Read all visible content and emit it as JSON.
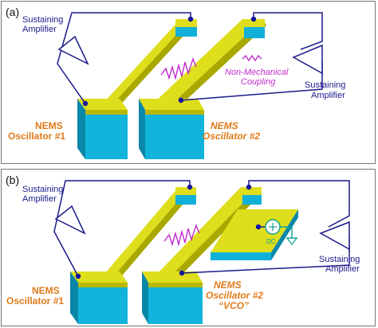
{
  "panel_a": {
    "tag": "(a)",
    "amp_left": [
      "Sustaining",
      "Amplifier"
    ],
    "amp_right": [
      "Sustaining",
      "Amplifier"
    ],
    "coupling": [
      "Non-Mechanical",
      "Coupling"
    ],
    "osc1": [
      "NEMS",
      "Oscillator #1"
    ],
    "osc2": [
      "NEMS",
      "Oscillator #2"
    ]
  },
  "panel_b": {
    "tag": "(b)",
    "amp_left": [
      "Sustaining",
      "Amplifier"
    ],
    "amp_right": [
      "Sustaining",
      "Amplifier"
    ],
    "osc1": [
      "NEMS",
      "Oscillator #1"
    ],
    "osc2": [
      "NEMS",
      "Oscillator #2",
      "“VCO”"
    ],
    "source_symbol": "DC"
  },
  "colors": {
    "beam_top": "#dede1c",
    "beam_side": "#a8a800",
    "block_front": "#12b4dc",
    "block_side": "#0a86a8",
    "block_top": "#c8c800",
    "wire": "#1a1a8c",
    "node": "#1515a0",
    "label_orange": "#e07a1a",
    "label_blue": "#1a1a8c",
    "spring": "#c02ccc",
    "ground": "#0aa096"
  }
}
